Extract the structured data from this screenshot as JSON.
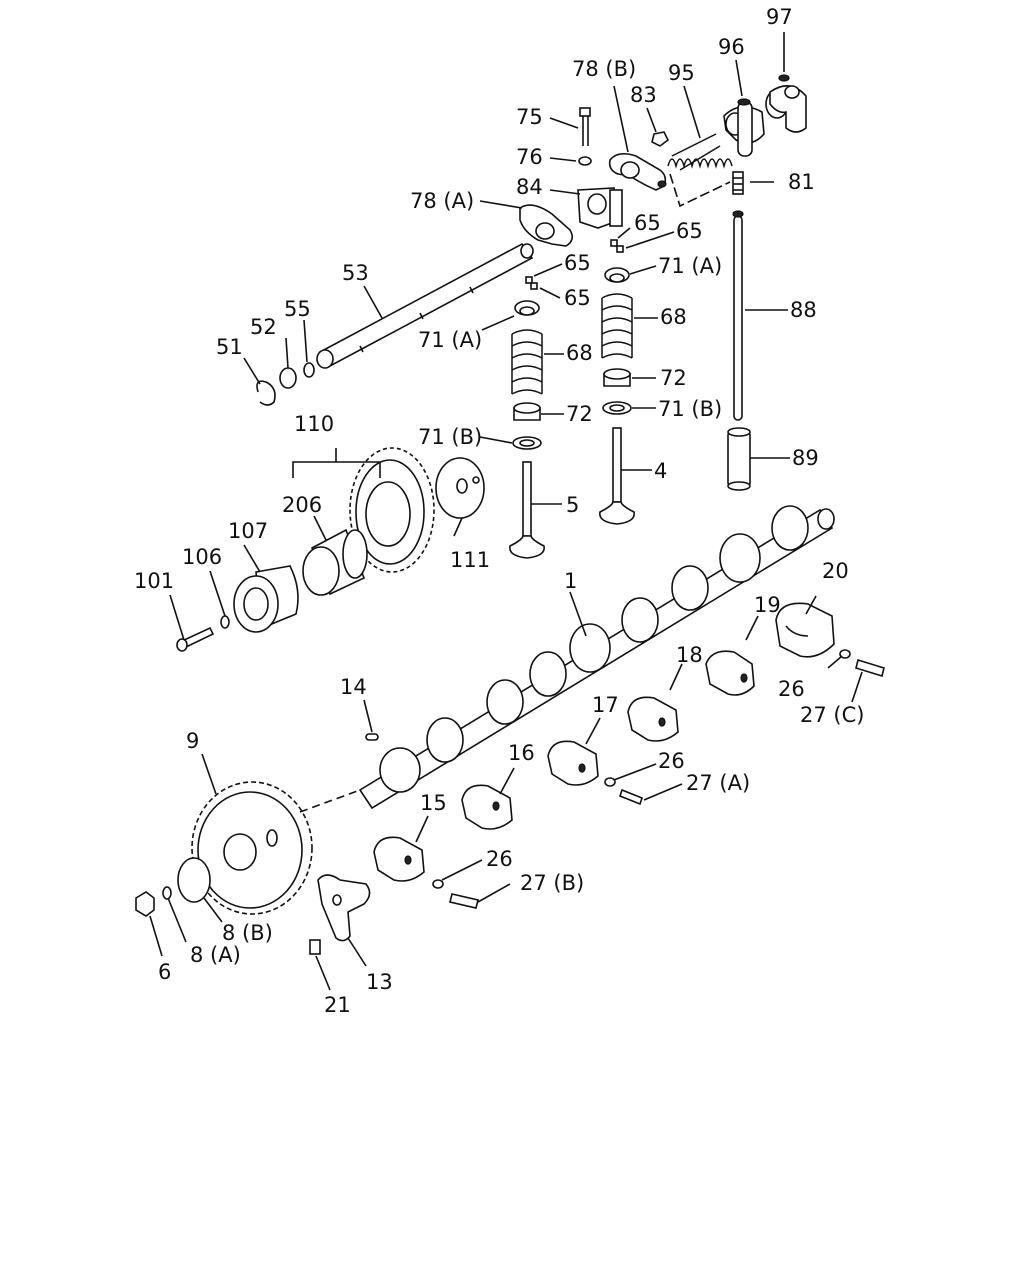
{
  "callouts": [
    {
      "id": "p97",
      "text": "97"
    },
    {
      "id": "p96",
      "text": "96"
    },
    {
      "id": "p78b",
      "text": "78 (B)"
    },
    {
      "id": "p95",
      "text": "95"
    },
    {
      "id": "p83",
      "text": "83"
    },
    {
      "id": "p75",
      "text": "75"
    },
    {
      "id": "p76",
      "text": "76"
    },
    {
      "id": "p84",
      "text": "84"
    },
    {
      "id": "p81",
      "text": "81"
    },
    {
      "id": "p78a",
      "text": "78 (A)"
    },
    {
      "id": "p65a",
      "text": "65"
    },
    {
      "id": "p65b",
      "text": "65"
    },
    {
      "id": "p65c",
      "text": "65"
    },
    {
      "id": "p65d",
      "text": "65"
    },
    {
      "id": "p71a1",
      "text": "71 (A)"
    },
    {
      "id": "p53",
      "text": "53"
    },
    {
      "id": "p68a",
      "text": "68"
    },
    {
      "id": "p88",
      "text": "88"
    },
    {
      "id": "p52",
      "text": "52"
    },
    {
      "id": "p55",
      "text": "55"
    },
    {
      "id": "p51",
      "text": "51"
    },
    {
      "id": "p71a2",
      "text": "71 (A)"
    },
    {
      "id": "p68b",
      "text": "68"
    },
    {
      "id": "p72a",
      "text": "72"
    },
    {
      "id": "p71b1",
      "text": "71 (B)"
    },
    {
      "id": "p72b",
      "text": "72"
    },
    {
      "id": "p110",
      "text": "110"
    },
    {
      "id": "p71b2",
      "text": "71 (B)"
    },
    {
      "id": "p89",
      "text": "89"
    },
    {
      "id": "p4",
      "text": "4"
    },
    {
      "id": "p206",
      "text": "206"
    },
    {
      "id": "p5",
      "text": "5"
    },
    {
      "id": "p107",
      "text": "107"
    },
    {
      "id": "p111",
      "text": "111"
    },
    {
      "id": "p106",
      "text": "106"
    },
    {
      "id": "p20",
      "text": "20"
    },
    {
      "id": "p101",
      "text": "101"
    },
    {
      "id": "p1",
      "text": "1"
    },
    {
      "id": "p19",
      "text": "19"
    },
    {
      "id": "p18",
      "text": "18"
    },
    {
      "id": "p26a",
      "text": "26"
    },
    {
      "id": "p14",
      "text": "14"
    },
    {
      "id": "p27c",
      "text": "27 (C)"
    },
    {
      "id": "p17",
      "text": "17"
    },
    {
      "id": "p9",
      "text": "9"
    },
    {
      "id": "p16",
      "text": "16"
    },
    {
      "id": "p26b",
      "text": "26"
    },
    {
      "id": "p27a",
      "text": "27 (A)"
    },
    {
      "id": "p15",
      "text": "15"
    },
    {
      "id": "p26c",
      "text": "26"
    },
    {
      "id": "p27b",
      "text": "27 (B)"
    },
    {
      "id": "p8b",
      "text": "8 (B)"
    },
    {
      "id": "p8a",
      "text": "8 (A)"
    },
    {
      "id": "p13",
      "text": "13"
    },
    {
      "id": "p6",
      "text": "6"
    },
    {
      "id": "p21",
      "text": "21"
    }
  ]
}
